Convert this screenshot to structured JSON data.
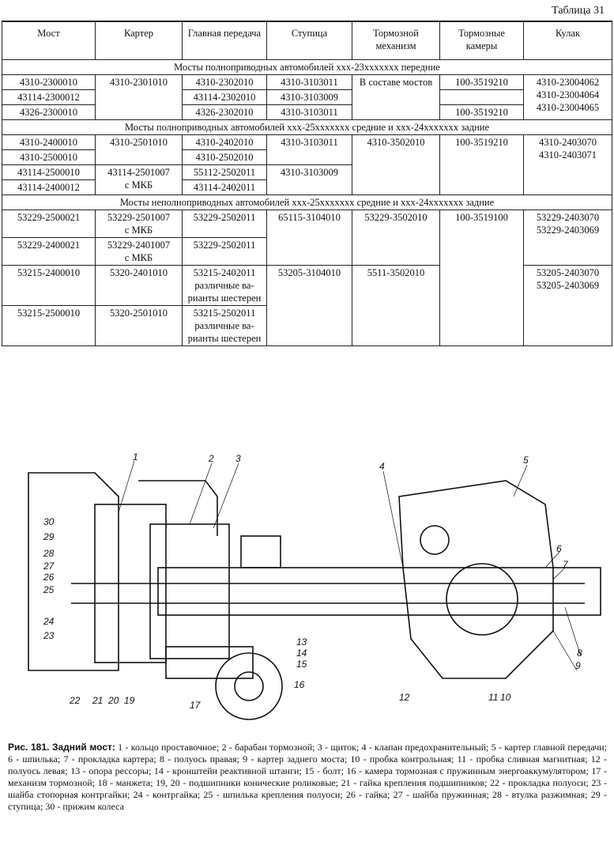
{
  "table_caption": "Таблица 31",
  "headers": [
    "Мост",
    "Картер",
    "Главная передача",
    "Ступица",
    "Тормозной механизм",
    "Тормозные камеры",
    "Кулак"
  ],
  "sections": [
    "Мосты полноприводных автомобилей ххх-23ххххххх передние",
    "Мосты полноприводных автомобилей ххх-25ххххххх средние и ххх-24ххххххх задние",
    "Мосты неполноприводных автомобилей ххх-25ххххххх средние и ххх-24ххххххх задние"
  ],
  "cells": {
    "s1": {
      "most": [
        "4310-2300010",
        "43114-2300012",
        "4326-2300010"
      ],
      "karter": "4310-2301010",
      "gp": [
        "4310-2302010",
        "43114-2302010",
        "4326-2302010"
      ],
      "stup": [
        "4310-3103011",
        "4310-3103009",
        "4310-3103011"
      ],
      "torm": "В составе мостов",
      "kam": [
        "100-3519210",
        "100-3519210"
      ],
      "kulak": [
        "4310-23004062",
        "4310-23004064",
        "4310-23004065"
      ]
    },
    "s2": {
      "most": [
        "4310-2400010",
        "4310-2500010",
        "43114-2500010",
        "43114-2400012"
      ],
      "karter": [
        "4310-2501010",
        "43114-2501007",
        "с МКБ"
      ],
      "gp": [
        "4310-2402010",
        "4310-2502010",
        "55112-2502011",
        "43114-2402011"
      ],
      "stup": [
        "4310-3103011",
        "4310-3103009"
      ],
      "torm": "4310-3502010",
      "kam": "100-3519210",
      "kulak": [
        "4310-2403070",
        "4310-2403071"
      ]
    },
    "s3": {
      "most": [
        "53229-2500021",
        "53229-2400021",
        "53215-2400010",
        "53215-2500010"
      ],
      "karter": [
        "53229-2501007",
        "с МКБ",
        "53229-2401007",
        "с МКБ",
        "5320-2401010",
        "5320-2501010"
      ],
      "gp": [
        "53229-2502011",
        "53229-2502011",
        "53215-2402011",
        "различные ва-",
        "рианты шестерен",
        "53215-2502011",
        "различные ва-",
        "рианты шестерен"
      ],
      "stup": [
        "65115-3104010",
        "53205-3104010"
      ],
      "torm": [
        "53229-3502010",
        "5511-3502010"
      ],
      "kam": "100-3519100",
      "kulak": [
        "53229-2403070",
        "53229-2403069",
        "53205-2403070",
        "53205-2403069"
      ]
    }
  },
  "figure_labels": [
    "1",
    "2",
    "3",
    "4",
    "5",
    "6",
    "7",
    "8",
    "9",
    "10",
    "11",
    "12",
    "13",
    "14",
    "15",
    "16",
    "17",
    "19",
    "20",
    "21",
    "22",
    "23",
    "24",
    "25",
    "26",
    "27",
    "28",
    "29",
    "30"
  ],
  "fig_caption_title": "Рис. 181. Задний мост:",
  "fig_caption_text": "1 - кольцо проставочное; 2 - барабан тормозной; 3 - щиток; 4 - клапан предохранительный; 5 - картер главной передачи; 6 - шпилька; 7 - прокладка картера; 8 - полуось правая; 9 - картер заднего моста; 10 - пробка контрольная; 11 - пробка сливная магнитная; 12 - полуось левая; 13 - опора рессоры; 14 - кронштейн реактивной штанги; 15 - болт; 16 - камера тормозная с пружинным энергоаккумулятором; 17 - механизм тормозной; 18 - манжета; 19, 20 - подшипники конические роликовые; 21 - гайка крепления подшипников; 22 - прокладка полуоси; 23 - шайба стопорная контргайки; 24 - контргайка; 25 - шпилька крепления полуоси; 26 - гайка; 27 - шайба пружинная; 28 - втулка разжимная; 29 - ступица; 30 - прижим колеса"
}
